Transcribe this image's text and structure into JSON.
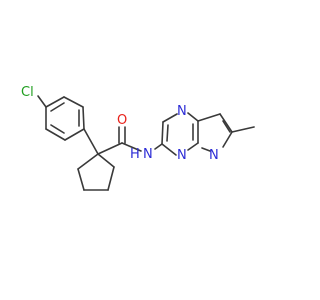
{
  "structure": {
    "atoms": {
      "chlorine": "Cl",
      "oxygen": "O",
      "amide_nitrogen": "N",
      "amide_hydrogen": "H",
      "pyrimidine_nitrogen": "N",
      "bridgehead_nitrogen": "N",
      "pyrazole_nitrogen": "N"
    },
    "colors": {
      "bond": "#3a3a3a",
      "carbon": "#3a3a3a",
      "chlorine": "#1f9e1f",
      "oxygen": "#e8211a",
      "nitrogen": "#2c2cd6"
    }
  }
}
